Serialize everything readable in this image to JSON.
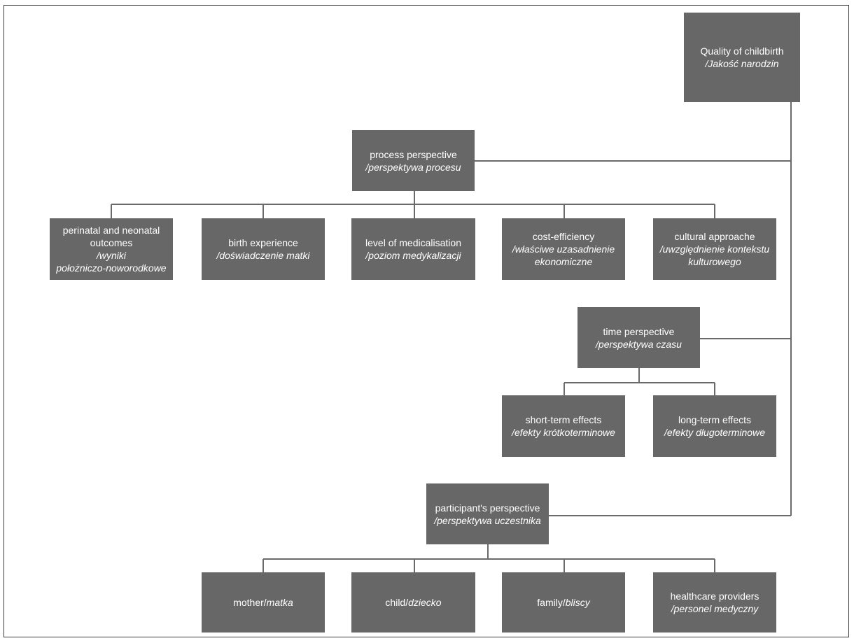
{
  "diagram": {
    "root": {
      "en": "Quality of childbirth",
      "pl": "/Jakość narodzin"
    },
    "process": {
      "en": "process perspective",
      "pl": "/perspektywa procesu",
      "children": [
        {
          "en1": "perinatal and neonatal",
          "en2": "outcomes",
          "pl1": "/wyniki",
          "pl2": "położniczo-noworodkowe"
        },
        {
          "en": "birth experience",
          "pl": "/doświadczenie matki"
        },
        {
          "en": "level of medicalisation",
          "pl": "/poziom medykalizacji"
        },
        {
          "en": "cost-efficiency",
          "pl1": "/właściwe uzasadnienie",
          "pl2": "ekonomiczne"
        },
        {
          "en": "cultural approache",
          "pl1": "/uwzględnienie kontekstu",
          "pl2": "kulturowego"
        }
      ]
    },
    "time": {
      "en": "time perspective",
      "pl": "/perspektywa czasu",
      "children": [
        {
          "en": "short-term effects",
          "pl": "/efekty krótkoterminowe"
        },
        {
          "en": "long-term effects",
          "pl": "/efekty długoterminowe"
        }
      ]
    },
    "participant": {
      "en": "participant's perspective",
      "pl": "/perspektywa uczestnika",
      "children": [
        {
          "en": "mother/",
          "pl": "matka"
        },
        {
          "en": "child/",
          "pl": "dziecko"
        },
        {
          "en": "family/",
          "pl": "bliscy"
        },
        {
          "en": "healthcare providers",
          "pl": "/personel medyczny"
        }
      ]
    }
  }
}
